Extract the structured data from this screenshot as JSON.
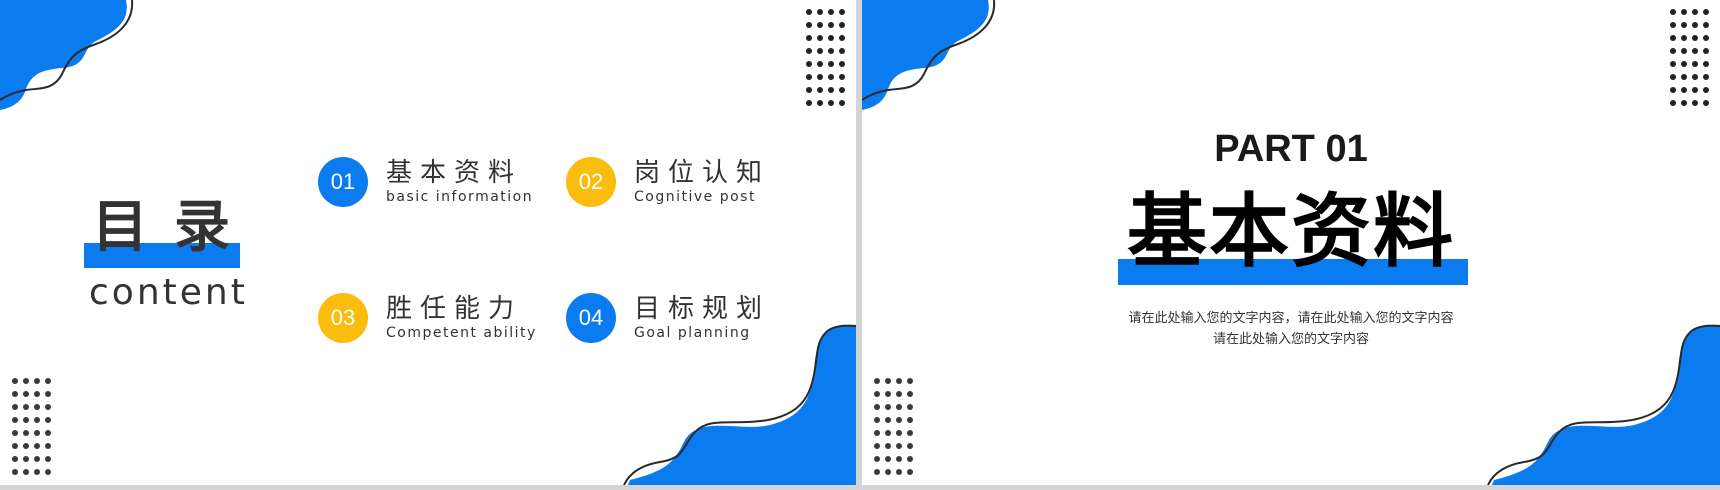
{
  "colors": {
    "accent_blue": "#0a7cf0",
    "accent_yellow": "#fbbd0d",
    "text_dark": "#333333"
  },
  "slide_left": {
    "title_cn": "目录",
    "title_en": "content",
    "items": [
      {
        "number": "01",
        "cn": "基本资料",
        "en": "basic information",
        "color": "#0a7cf0"
      },
      {
        "number": "02",
        "cn": "岗位认知",
        "en": "Cognitive post",
        "color": "#fbbd0d"
      },
      {
        "number": "03",
        "cn": "胜任能力",
        "en": "Competent ability",
        "color": "#fbbd0d"
      },
      {
        "number": "04",
        "cn": "目标规划",
        "en": "Goal planning",
        "color": "#0a7cf0"
      }
    ]
  },
  "slide_right": {
    "part_label": "PART 01",
    "section_title": "基本资料",
    "description_line1": "请在此处输入您的文字内容，请在此处输入您的文字内容",
    "description_line2": "请在此处输入您的文字内容"
  }
}
